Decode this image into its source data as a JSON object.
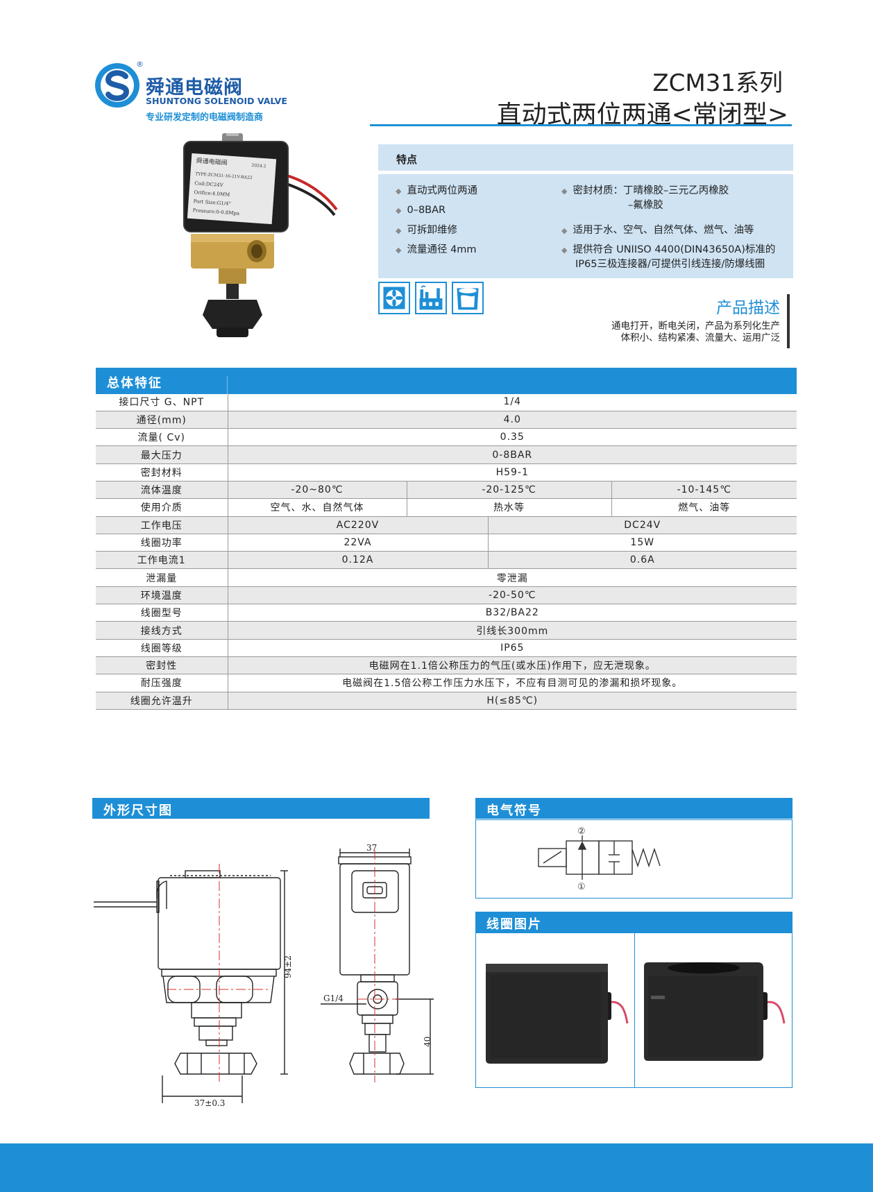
{
  "brand": {
    "reg_mark": "®",
    "name_cn": "舜通电磁阀",
    "name_en": "SHUNTONG SOLENOID VALVE",
    "slogan": "专业研发定制的电磁阀制造商"
  },
  "header": {
    "series": "ZCM31系列",
    "subtitle": "直动式两位两通<常闭型>"
  },
  "product_label": {
    "brand": "舜通电磁阀",
    "type": "TYPE:ZCM31-16-21V-BA22",
    "date": "2024.2",
    "coil": "Coil:DC24V",
    "orifice": "Orifice:4.0MM",
    "port": "Port Size:G1/4\"",
    "pressure": "Pressure:0-0.8Mpa"
  },
  "features": {
    "title": "特点",
    "left": [
      "直动式两位两通",
      "0–8BAR",
      "可拆卸维修",
      "流量通径 4mm"
    ],
    "seal_label": "密封材质：丁晴橡胶–三元乙丙橡胶",
    "seal_cont": "–氟橡胶",
    "media": "适用于水、空气、自然气体、燃气、油等",
    "connector_l1": "提供符合 UNIISO 4400(DIN43650A)标准的",
    "connector_l2": "IP65三极连接器/可提供引线连接/防爆线圈"
  },
  "usage_icons": [
    "fan-icon",
    "factory-icon",
    "water-tank-icon"
  ],
  "description": {
    "title": "产品描述",
    "line1": "通电打开，断电关闭，产品为系列化生产",
    "line2": "体积小、结构紧凑、流量大、运用广泛"
  },
  "specs": {
    "title": "总体特征",
    "rows": [
      {
        "label": "接口尺寸 G、NPT",
        "cells": [
          "1/4"
        ]
      },
      {
        "label": "通径(mm)",
        "cells": [
          "4.0"
        ]
      },
      {
        "label": "流量( Cv)",
        "cells": [
          "0.35"
        ]
      },
      {
        "label": "最大压力",
        "cells": [
          "0-8BAR"
        ]
      },
      {
        "label": "密封材料",
        "cells": [
          "H59-1"
        ]
      },
      {
        "label": "流体温度",
        "cells": [
          "-20~80℃",
          "-20-125℃",
          "-10-145℃"
        ]
      },
      {
        "label": "使用介质",
        "cells": [
          "空气、水、自然气体",
          "热水等",
          "燃气、油等"
        ]
      },
      {
        "label": "工作电压",
        "cells": [
          "AC220V",
          "DC24V"
        ]
      },
      {
        "label": "线圈功率",
        "cells": [
          "22VA",
          "15W"
        ]
      },
      {
        "label": "工作电流1",
        "cells": [
          "0.12A",
          "0.6A"
        ]
      },
      {
        "label": "泄漏量",
        "cells": [
          "零泄漏"
        ]
      },
      {
        "label": "环境温度",
        "cells": [
          "-20-50℃"
        ]
      },
      {
        "label": "线圈型号",
        "cells": [
          "B32/BA22"
        ]
      },
      {
        "label": "接线方式",
        "cells": [
          "引线长300mm"
        ]
      },
      {
        "label": "线圈等级",
        "cells": [
          "IP65"
        ]
      },
      {
        "label": "密封性",
        "cells": [
          "电磁网在1.1倍公称压力的气压(或水压)作用下，应无泄现象。"
        ]
      },
      {
        "label": "耐压强度",
        "cells": [
          "电磁阀在1.5倍公称工作压力水压下，不应有目测可见的渗漏和损坏现象。"
        ]
      },
      {
        "label": "线圈允许温升",
        "cells": [
          "H(≤85℃)"
        ]
      }
    ]
  },
  "dimensions": {
    "title": "外形尺寸图",
    "width_top": "37",
    "height": "94±2",
    "width_bottom": "37±0.3",
    "port": "G1/4",
    "port_height": "40"
  },
  "electrical": {
    "title": "电气符号",
    "port_out": "②",
    "port_in": "①"
  },
  "coil": {
    "title": "线圈图片"
  },
  "colors": {
    "accent": "#1e8fd6",
    "brand": "#1e5ca8",
    "panel": "#cfe3f3"
  }
}
